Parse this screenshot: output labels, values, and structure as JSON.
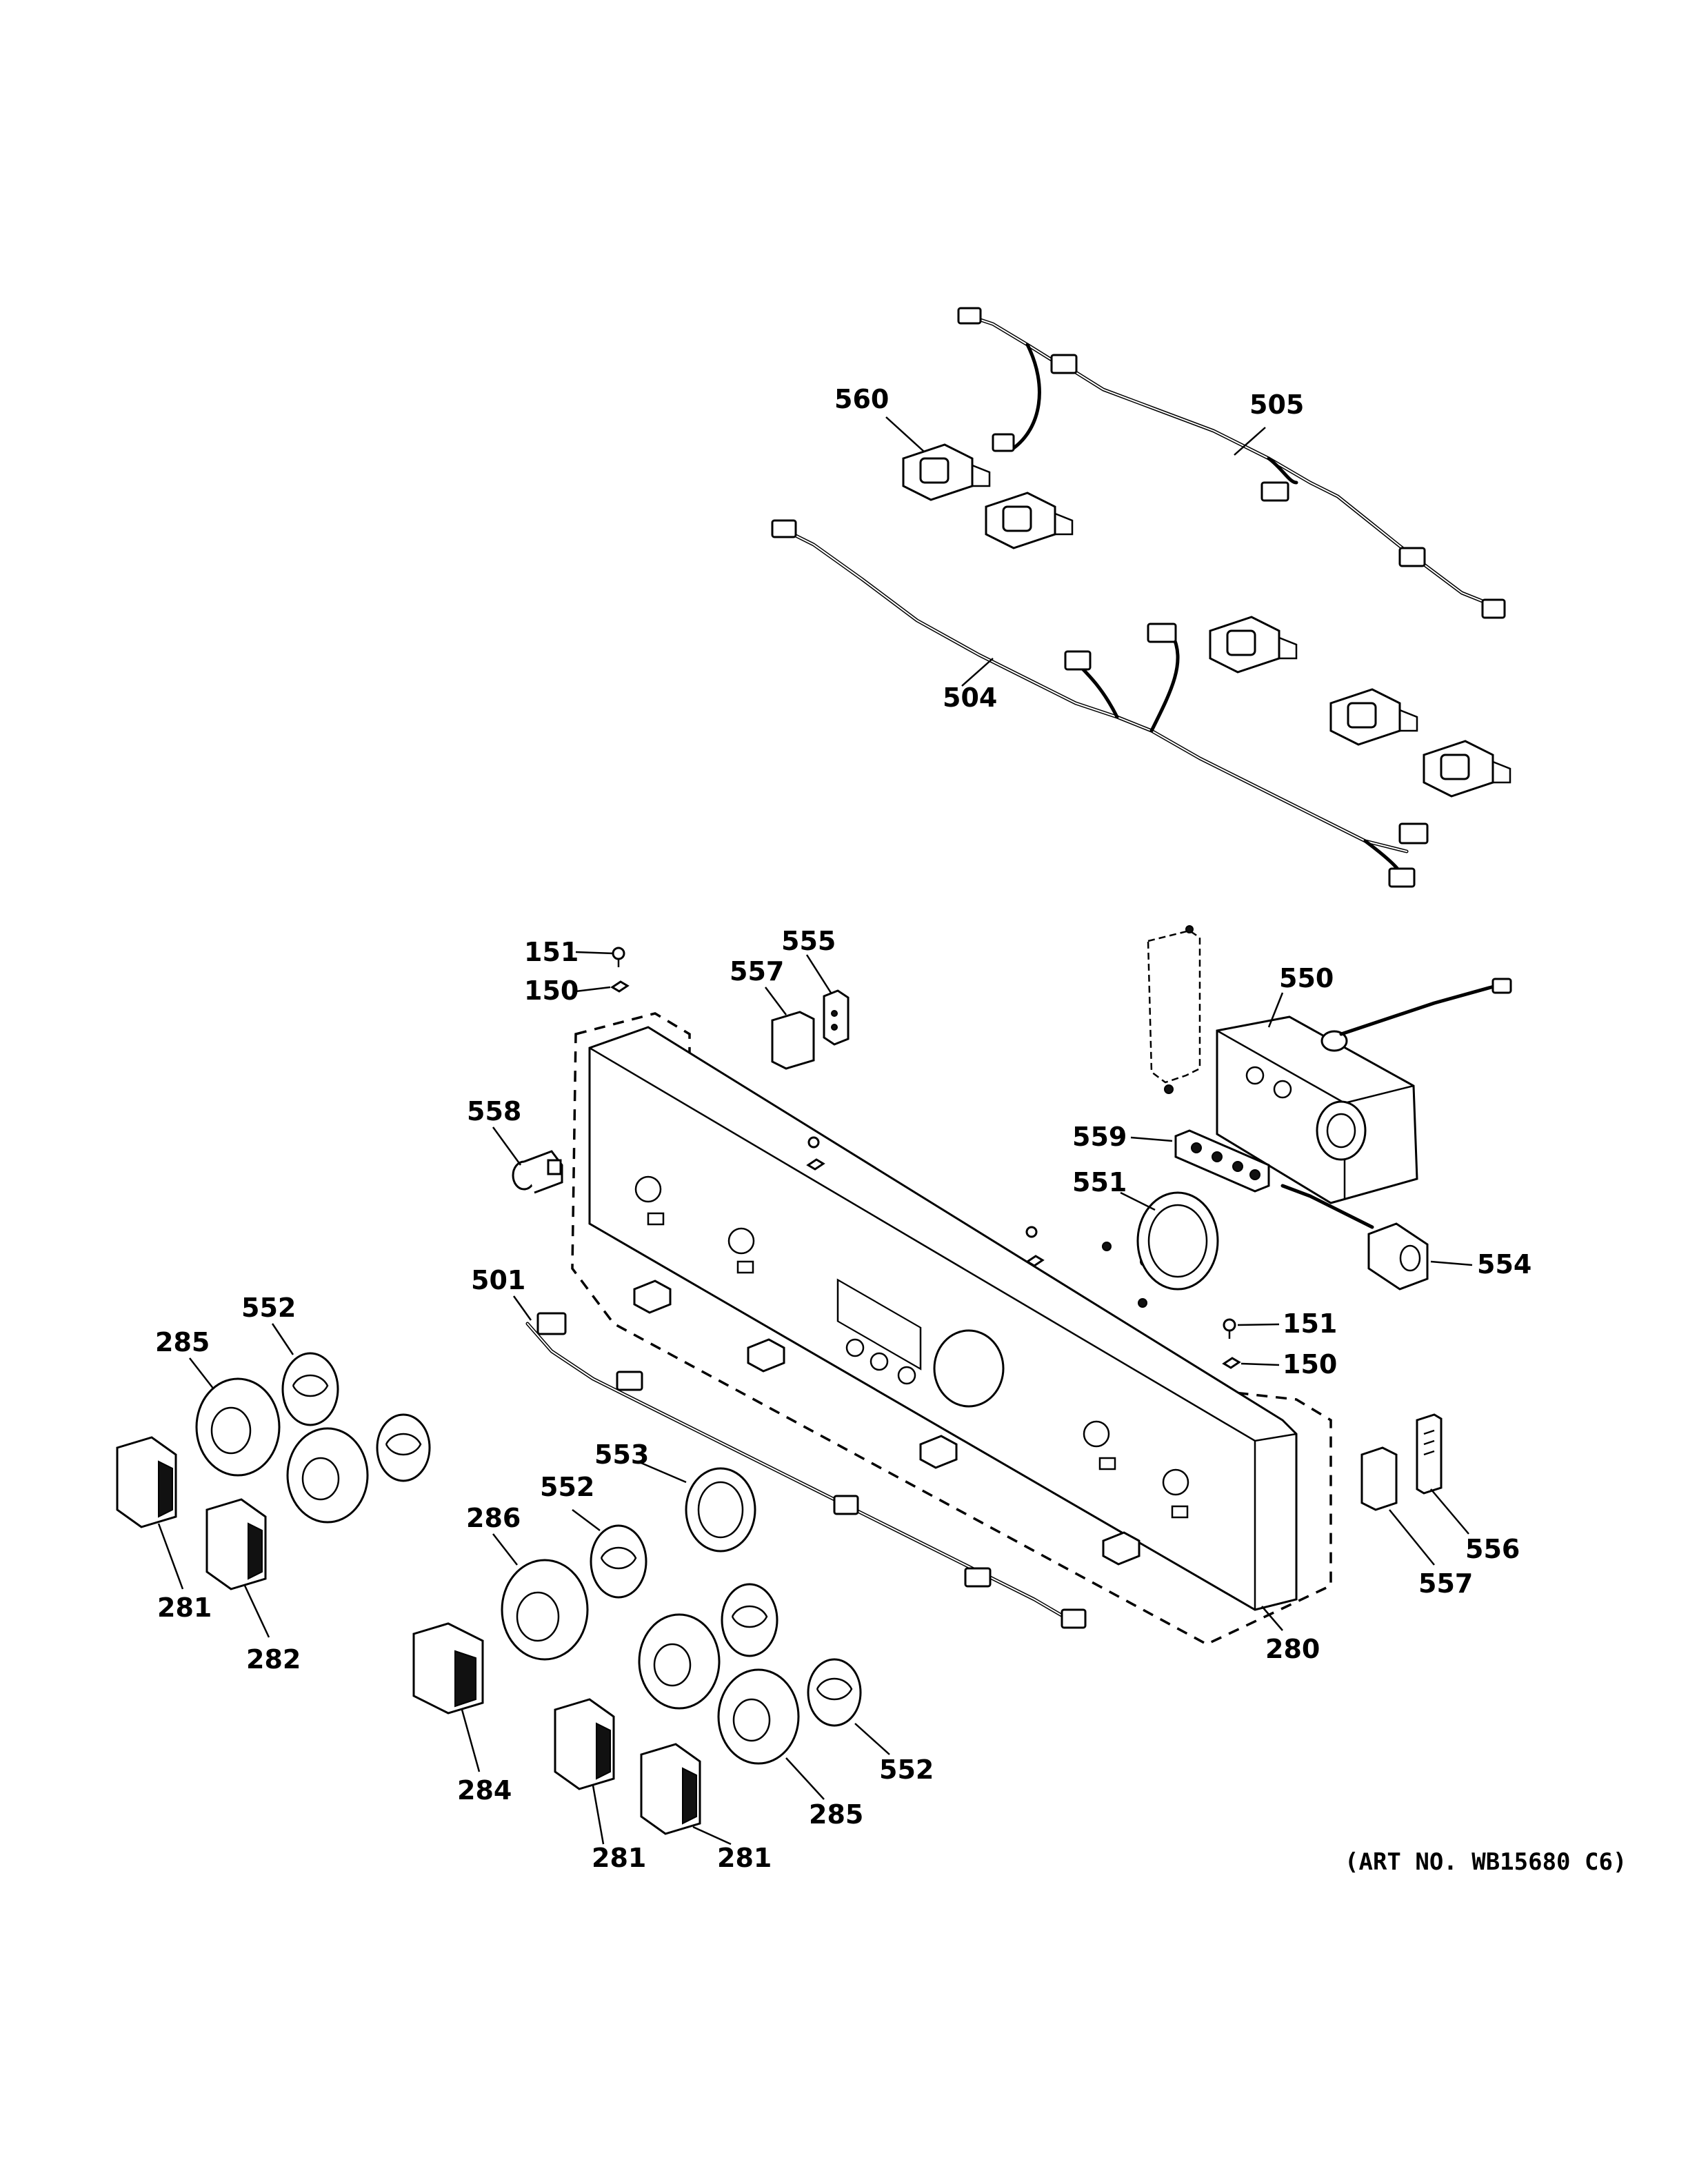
{
  "diagram": {
    "art_number": "(ART NO. WB15680 C6)",
    "callouts": [
      {
        "id": "c505",
        "label": "505"
      },
      {
        "id": "c560",
        "label": "560"
      },
      {
        "id": "c504",
        "label": "504"
      },
      {
        "id": "c151a",
        "label": "151"
      },
      {
        "id": "c150a",
        "label": "150"
      },
      {
        "id": "c555",
        "label": "555"
      },
      {
        "id": "c557a",
        "label": "557"
      },
      {
        "id": "c550",
        "label": "550"
      },
      {
        "id": "c558",
        "label": "558"
      },
      {
        "id": "c559",
        "label": "559"
      },
      {
        "id": "c551",
        "label": "551"
      },
      {
        "id": "c554",
        "label": "554"
      },
      {
        "id": "c501",
        "label": "501"
      },
      {
        "id": "c151b",
        "label": "151"
      },
      {
        "id": "c150b",
        "label": "150"
      },
      {
        "id": "c552a",
        "label": "552"
      },
      {
        "id": "c285a",
        "label": "285"
      },
      {
        "id": "c553",
        "label": "553"
      },
      {
        "id": "c552b",
        "label": "552"
      },
      {
        "id": "c286",
        "label": "286"
      },
      {
        "id": "c281a",
        "label": "281"
      },
      {
        "id": "c282",
        "label": "282"
      },
      {
        "id": "c556",
        "label": "556"
      },
      {
        "id": "c557b",
        "label": "557"
      },
      {
        "id": "c280",
        "label": "280"
      },
      {
        "id": "c284",
        "label": "284"
      },
      {
        "id": "c552c",
        "label": "552"
      },
      {
        "id": "c285b",
        "label": "285"
      },
      {
        "id": "c281b",
        "label": "281"
      },
      {
        "id": "c281c",
        "label": "281"
      }
    ]
  }
}
